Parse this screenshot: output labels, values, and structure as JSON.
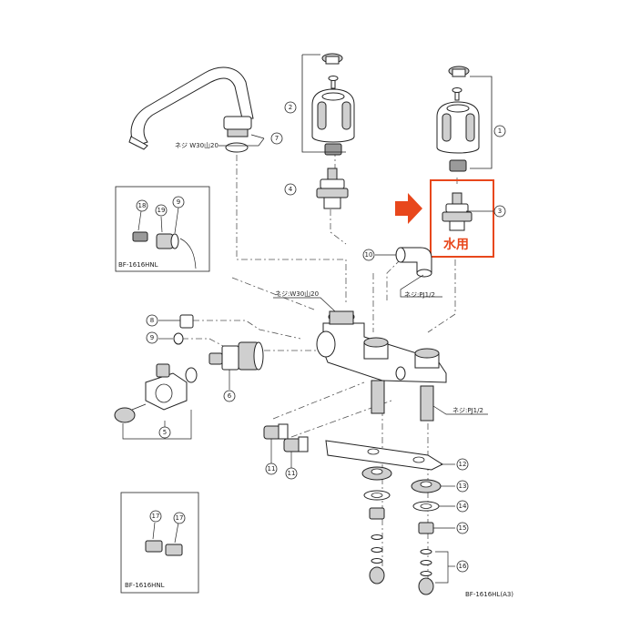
{
  "callouts": [
    "1",
    "2",
    "3",
    "4",
    "5",
    "6",
    "7",
    "8",
    "9",
    "10",
    "11",
    "12",
    "13",
    "14",
    "15",
    "16",
    "17",
    "18",
    "19"
  ],
  "labels": {
    "thread_spout": "ネジ W30山20",
    "thread_body": "ネジ:W30山20",
    "thread_elbow": "ネジ:PJ1/2",
    "thread_shank": "ネジ:PJ1/2",
    "water_use": "水用",
    "inset_top_model": "BF-1616HNL",
    "inset_bottom_model": "BF-1616HNL",
    "diagram_model": "BF-1616HL(A3)"
  },
  "colors": {
    "highlight": "#e8471c",
    "line": "#222222",
    "shade": "#cfcfcf"
  },
  "icons": {
    "highlight_arrow": "right-arrow-icon"
  }
}
